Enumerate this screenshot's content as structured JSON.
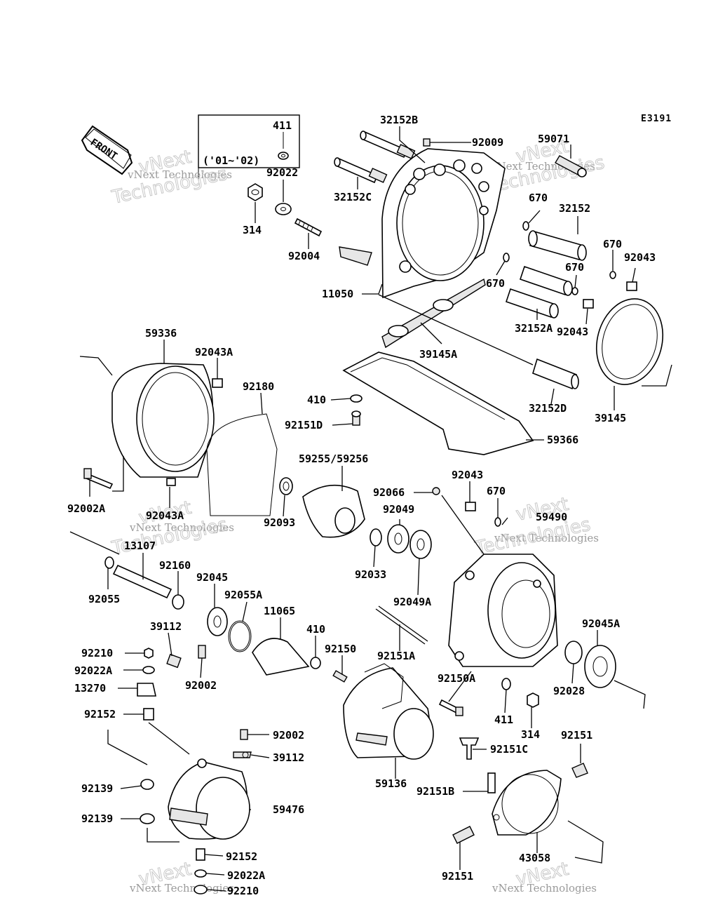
{
  "diagram_code": "E3191",
  "front_label": "FRONT",
  "note_box": {
    "part": "411",
    "range": "('01~'02)"
  },
  "watermark": {
    "line1": "vNext Technologies",
    "line2a": "vNext",
    "line2b": "Technologies"
  },
  "labels": {
    "p32152B": "32152B",
    "p92009": "92009",
    "p59071": "59071",
    "p32152C": "32152C",
    "p92022": "92022",
    "p314a": "314",
    "p92004": "92004",
    "p670a": "670",
    "p32152": "32152",
    "p670b": "670",
    "p92043a": "92043",
    "p670c": "670",
    "p670d": "670",
    "p11050": "11050",
    "p32152A": "32152A",
    "p92043b": "92043",
    "p39145A": "39145A",
    "p39145": "39145",
    "p59336": "59336",
    "p92043A1": "92043A",
    "p92180": "92180",
    "p410a": "410",
    "p92151D": "92151D",
    "p32152D": "32152D",
    "p59366": "59366",
    "p59255": "59255/59256",
    "p92043c": "92043",
    "p92066": "92066",
    "p670e": "670",
    "p92002A": "92002A",
    "p92043A2": "92043A",
    "p92093": "92093",
    "p92049a": "92049",
    "p59490": "59490",
    "p13107": "13107",
    "p92160": "92160",
    "p92045": "92045",
    "p92033": "92033",
    "p92049A": "92049A",
    "p92055": "92055",
    "p92055A": "92055A",
    "p11065": "11065",
    "p39112a": "39112",
    "p410b": "410",
    "p92045A": "92045A",
    "p92150": "92150",
    "p92151A": "92151A",
    "p92210a": "92210",
    "p92022A1": "92022A",
    "p92002a": "92002",
    "p13270": "13270",
    "p92150A": "92150A",
    "p92028": "92028",
    "p411": "411",
    "p314b": "314",
    "p92152a": "92152",
    "p92002b": "92002",
    "p92151a": "92151",
    "p39112b": "39112",
    "p92151C": "92151C",
    "p59136": "59136",
    "p92151B": "92151B",
    "p92139a": "92139",
    "p59476": "59476",
    "p92139b": "92139",
    "p43058": "43058",
    "p92152b": "92152",
    "p92022A2": "92022A",
    "p92151b": "92151",
    "p92210b": "92210"
  }
}
